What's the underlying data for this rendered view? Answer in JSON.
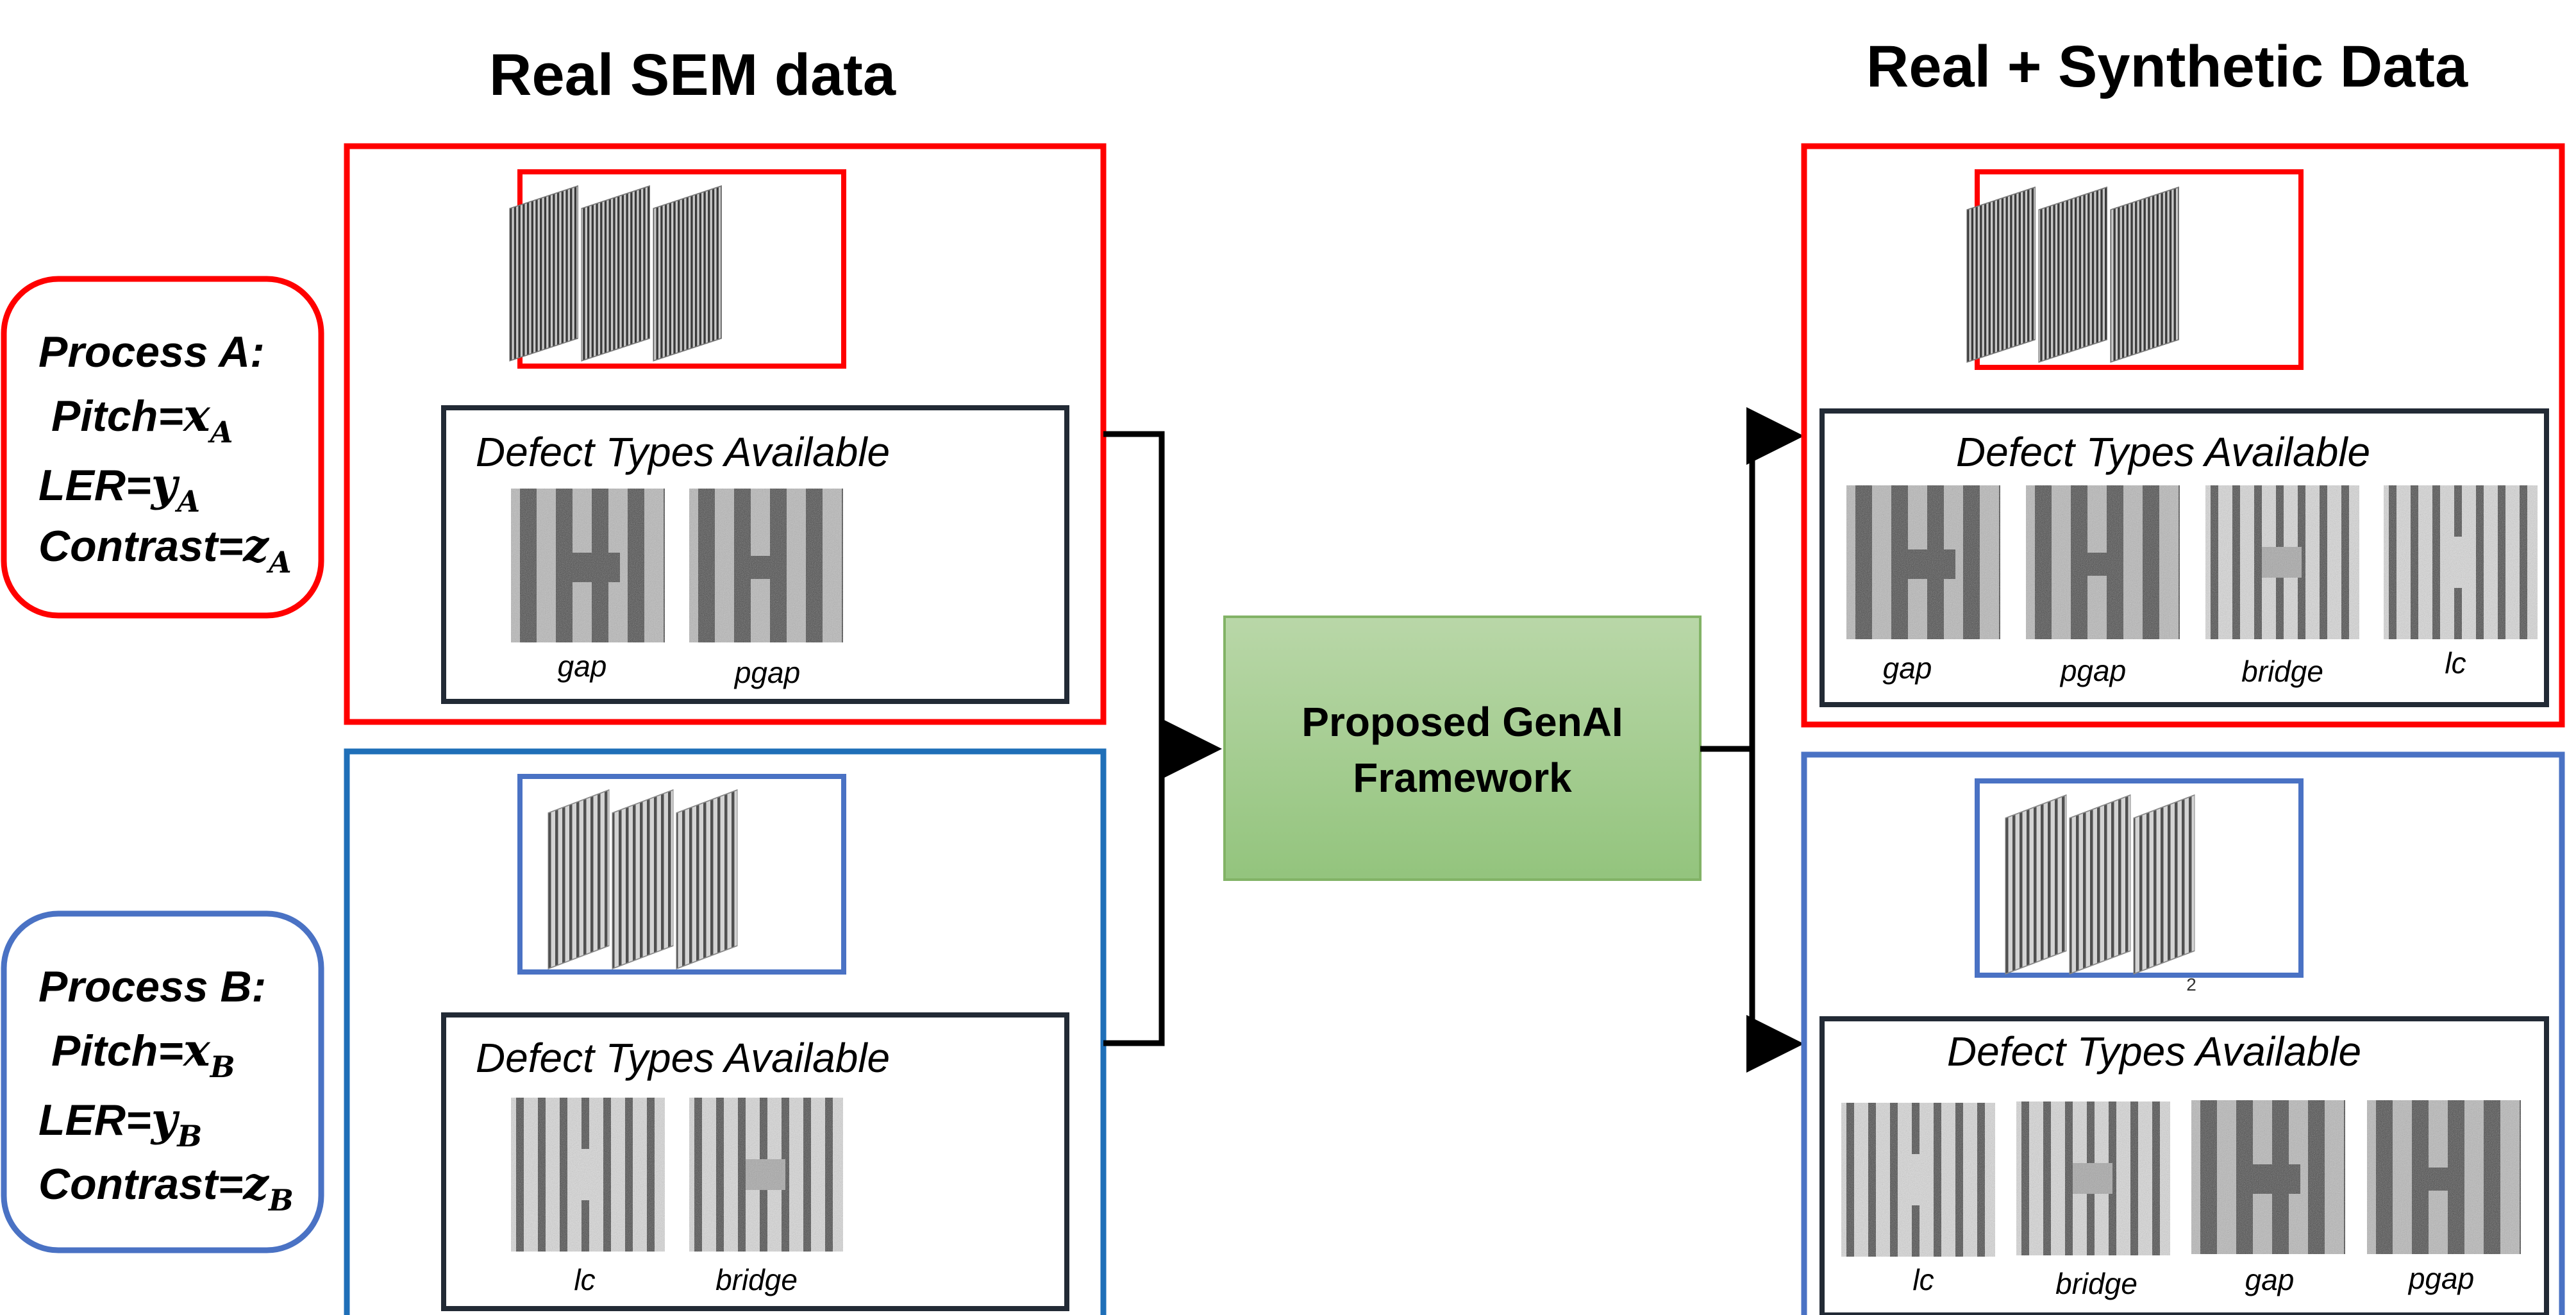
{
  "headings": {
    "left": "Real SEM data",
    "right": "Real + Synthetic Data"
  },
  "process_a": {
    "title": "Process A:",
    "pitch": "Pitch=",
    "pitch_var": "x",
    "pitch_sub": "A",
    "ler": "LER=",
    "ler_var": "y",
    "ler_sub": "A",
    "contrast": "Contrast=",
    "contrast_var": "z",
    "contrast_sub": "A"
  },
  "process_b": {
    "title": "Process B:",
    "pitch": "Pitch=",
    "pitch_var": "x",
    "pitch_sub": "B",
    "ler": "LER=",
    "ler_var": "y",
    "ler_sub": "B",
    "contrast": "Contrast=",
    "contrast_var": "z",
    "contrast_sub": "B"
  },
  "defect_title": "Defect Types Available",
  "real_a_labels": [
    "gap",
    "pgap"
  ],
  "real_b_labels": [
    "lc",
    "bridge"
  ],
  "synth_a_labels": [
    "gap",
    "pgap",
    "bridge",
    "lc"
  ],
  "synth_b_labels": [
    "lc",
    "bridge",
    "gap",
    "pgap"
  ],
  "framework": {
    "line1": "Proposed GenAI",
    "line2": "Framework"
  },
  "page_number": "2",
  "colors": {
    "process_a": "#ff0000",
    "process_b_outer": "#1f6fb8",
    "process_b_inner": "#4a72c4",
    "inner_box": "#222a35",
    "framework_fill_top": "#b9d7a8",
    "framework_fill_bottom": "#93c47d",
    "framework_border": "#82b366"
  }
}
